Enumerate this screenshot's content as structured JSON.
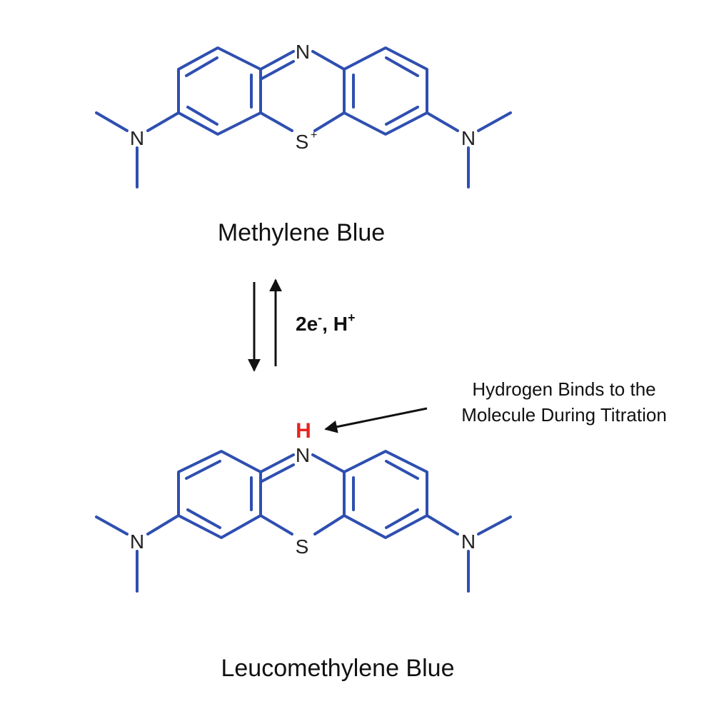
{
  "colors": {
    "bond": "#2f4fb0",
    "atom_text": "#222222",
    "highlight_h": "#e52521",
    "arrow": "#111111"
  },
  "top_molecule": {
    "name": "Methylene Blue",
    "ring_n": "N",
    "ring_s": "S",
    "s_charge": "+",
    "amine_left": "N",
    "amine_right": "N"
  },
  "reaction": {
    "reagents_main": "2e",
    "reagents_sup1": "-",
    "reagents_mid": ", H",
    "reagents_sup2": "+"
  },
  "bottom_molecule": {
    "name": "Leucomethylene Blue",
    "added_h": "H",
    "ring_n": "N",
    "ring_s": "S",
    "amine_left": "N",
    "amine_right": "N"
  },
  "annotation": {
    "line1": "Hydrogen Binds to the",
    "line2": "Molecule During Titration"
  }
}
